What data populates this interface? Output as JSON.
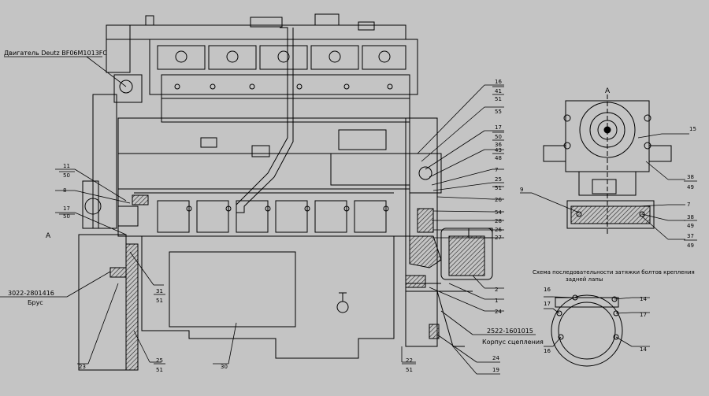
{
  "drawing": {
    "engine_label": "Двигатель Deutz BF06M1013FC",
    "view_a_left": "А",
    "view_a_title": "А",
    "beam_label": "3022-2801416",
    "beam_caption": "Брус",
    "clutch_label": "2522-1601015",
    "clutch_caption": "Корпус сцепления",
    "scheme_caption_1": "Схема последовательности затяжки болтов крепления",
    "scheme_caption_2": "задней лапы",
    "callouts": {
      "c16": "16",
      "c41": "41",
      "c51a": "51",
      "c55": "55",
      "c17a": "17",
      "c50a": "50",
      "c36": "36",
      "c43": "43",
      "c48": "48",
      "c7a": "7",
      "c25": "25",
      "c51b": "51",
      "c26": "26",
      "c54": "54",
      "c28": "28",
      "c26b": "26",
      "c27": "27",
      "c11": "11",
      "c50b": "50",
      "c8": "8",
      "c17b": "17",
      "c50c": "50",
      "c31": "31",
      "c51c": "51",
      "c2": "2",
      "c1": "1",
      "c24": "24",
      "c23": "23",
      "c30": "30",
      "c25b": "25",
      "c51d": "51",
      "c22": "22",
      "c51e": "51",
      "c24b": "24",
      "c19": "19",
      "r15": "15",
      "r38": "38",
      "r49": "49",
      "r9": "9",
      "r7": "7",
      "r38b": "38",
      "r49b": "49",
      "r37": "37",
      "r49c": "49",
      "s16a": "16",
      "s14a": "14",
      "s17a": "17",
      "s17b": "17",
      "s16b": "16",
      "s14b": "14"
    }
  }
}
